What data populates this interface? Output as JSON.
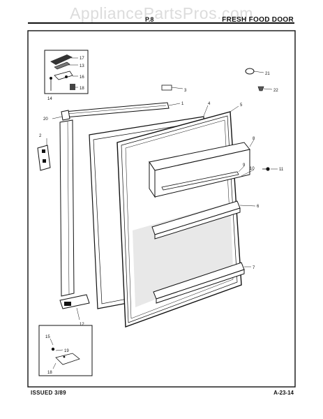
{
  "watermark": "AppliancePartsPros.com",
  "header": {
    "page_number": "P.8",
    "title": "FRESH FOOD DOOR"
  },
  "footer": {
    "issued": "ISSUED 3/89",
    "doc_number": "A-23-14"
  },
  "callouts": {
    "c1": "1",
    "c2": "2",
    "c3": "3",
    "c4": "4",
    "c5": "5",
    "c6": "6",
    "c7": "7",
    "c8": "8",
    "c9": "9",
    "c10": "10",
    "c11": "11",
    "c12": "12",
    "c13": "13",
    "c14": "14",
    "c15": "15",
    "c16": "16",
    "c17": "17",
    "c18": "18",
    "c19": "19",
    "c20": "20",
    "c21": "21",
    "c22": "22",
    "d13": "13",
    "d14": "14",
    "d16": "16",
    "d17": "17",
    "d18": "18"
  }
}
